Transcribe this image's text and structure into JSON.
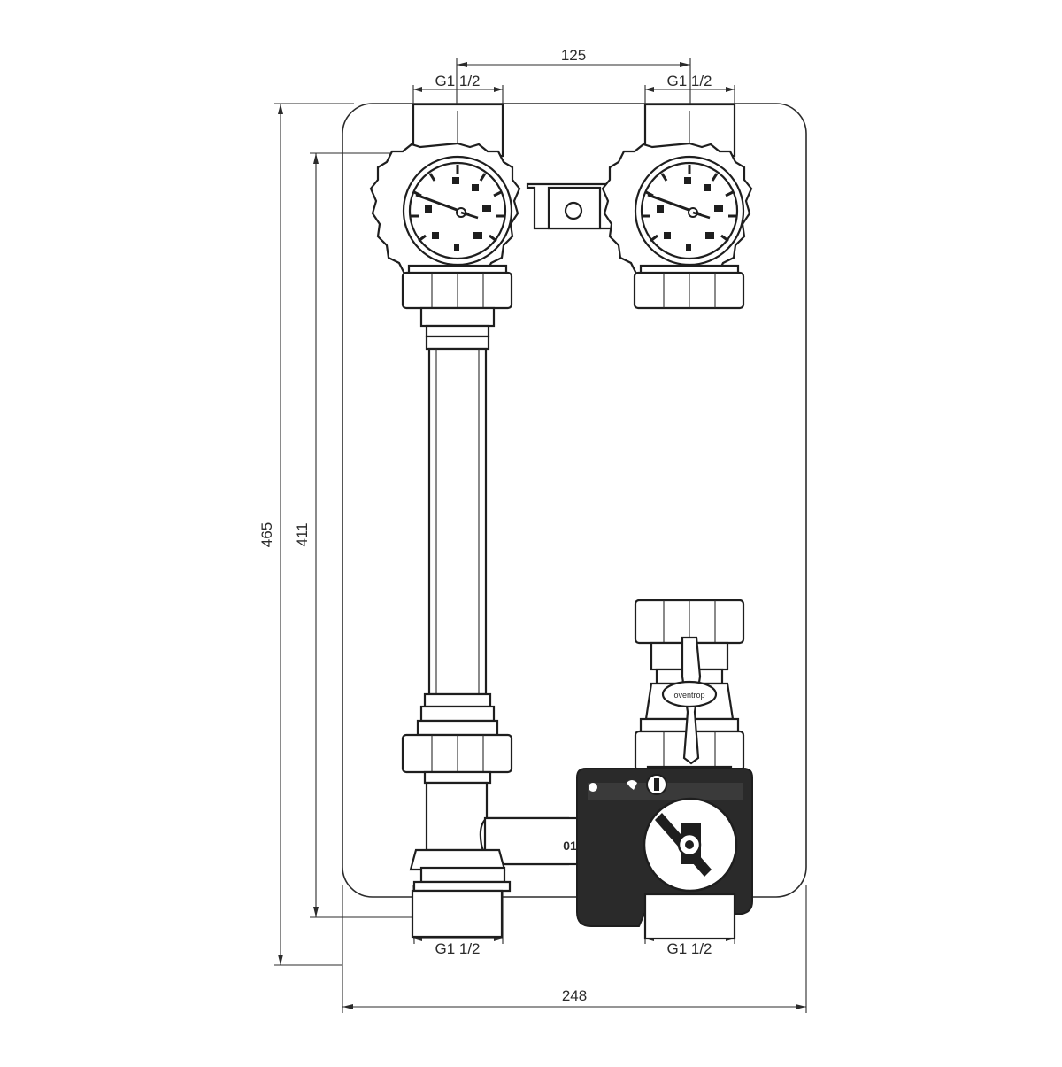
{
  "dimensions": {
    "top_spacing": "125",
    "total_height": "465",
    "inner_height": "411",
    "total_width": "248"
  },
  "connections": {
    "top_left": "G1 1/2",
    "top_right": "G1 1/2",
    "bottom_left": "G1 1/2",
    "bottom_right": "G1 1/2"
  },
  "markings": {
    "valve_brand": "oventrop",
    "pump_label": "01"
  },
  "colors": {
    "line": "#2b2b2b",
    "plate_fill": "#ffffff",
    "pump_body": "#2a2a2a"
  }
}
